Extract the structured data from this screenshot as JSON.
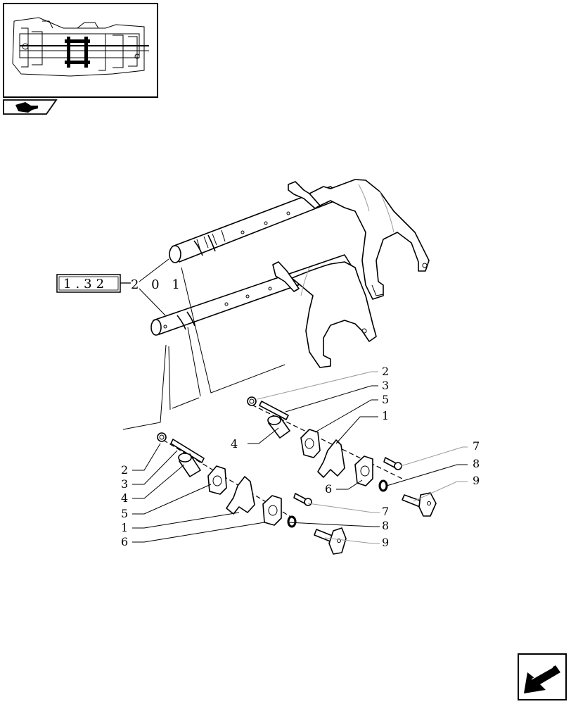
{
  "reference_box": {
    "code": "1.32",
    "suffix": "2 0 1"
  },
  "callouts": {
    "upper_right": [
      "2",
      "3",
      "5",
      "1"
    ],
    "upper_left_4": "4",
    "upper_6": "6",
    "right_upper_7": "7",
    "right_upper_8": "8",
    "right_upper_9": "9",
    "left_column": [
      "2",
      "3",
      "4",
      "5",
      "1",
      "6"
    ],
    "right_lower_7": "7",
    "right_lower_8": "8",
    "right_lower_9": "9"
  },
  "icons": {
    "thumbnail": "transmission-location-thumbnail",
    "tab": "assembly-hand-icon",
    "nav": "next-page-arrow-icon"
  }
}
